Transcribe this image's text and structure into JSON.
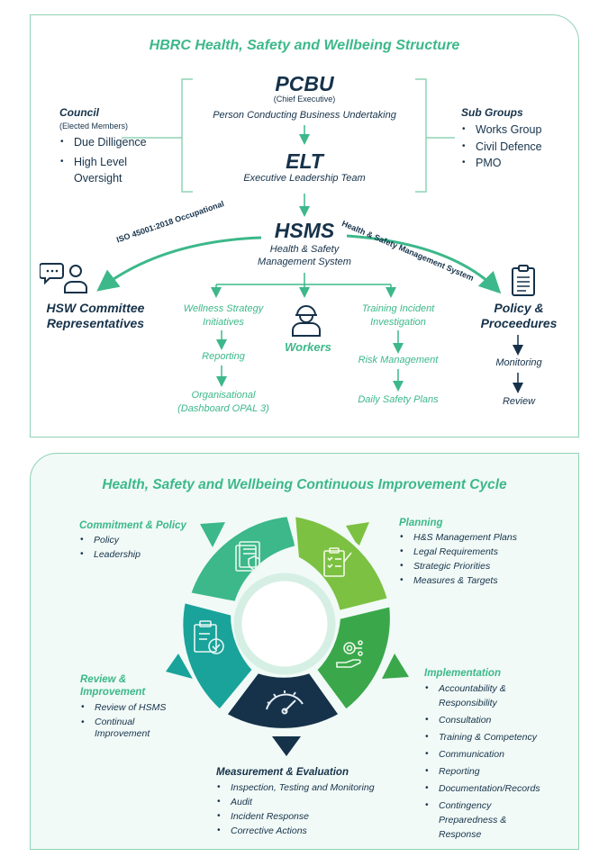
{
  "structure": {
    "title": "HBRC Health, Safety and Wellbeing Structure",
    "pcbu": {
      "title": "PCBU",
      "subtitle": "(Chief Executive)",
      "description": "Person Conducting Business Undertaking"
    },
    "elt": {
      "title": "ELT",
      "description": "Executive Leadership Team"
    },
    "council": {
      "title": "Council",
      "subtitle": "(Elected Members)",
      "items": [
        "Due Dilligence",
        "High Level Oversight"
      ]
    },
    "sub_groups": {
      "title": "Sub Groups",
      "items": [
        "Works Group",
        "Civil Defence",
        "PMO"
      ]
    },
    "hsms": {
      "title": "HSMS",
      "description_line1": "Health & Safety",
      "description_line2": "Management System"
    },
    "left_arc_label": "ISO 45001:2018 Occupational",
    "right_arc_label": "Health & Safety Management System",
    "hsw_committee": {
      "line1": "HSW Committee",
      "line2": "Representatives"
    },
    "policy": {
      "line1": "Policy &",
      "line2": "Proceedures",
      "steps": [
        "Monitoring",
        "Review"
      ]
    },
    "workers": "Workers",
    "wellness_column": {
      "head_line1": "Wellness Strategy",
      "head_line2": "Initiatives",
      "step1": "Reporting",
      "step2_line1": "Organisational",
      "step2_line2": "(Dashboard OPAL 3)"
    },
    "training_column": {
      "head_line1": "Training Incident",
      "head_line2": "Investigation",
      "step1": "Risk Management",
      "step2": "Daily Safety Plans"
    }
  },
  "cycle": {
    "title": "Health, Safety and Wellbeing Continuous Improvement Cycle",
    "commitment": {
      "title": "Commitment & Policy",
      "items": [
        "Policy",
        "Leadership"
      ]
    },
    "planning": {
      "title": "Planning",
      "items": [
        "H&S Management Plans",
        "Legal Requirements",
        "Strategic Priorities",
        "Measures & Targets"
      ]
    },
    "review": {
      "title_line1": "Review &",
      "title_line2": "Improvement",
      "items": [
        "Review of HSMS",
        "Continual Improvement"
      ]
    },
    "implementation": {
      "title": "Implementation",
      "items": [
        "Accountability & Responsibility",
        "Consultation",
        "Training & Competency",
        "Communication",
        "Reporting",
        "Documentation/Records",
        "Contingency Preparedness & Response"
      ]
    },
    "measurement": {
      "title": "Measurement & Evaluation",
      "items": [
        "Inspection, Testing and Monitoring",
        "Audit",
        "Incident Response",
        "Corrective Actions"
      ]
    }
  },
  "colors": {
    "navy": "#16324a",
    "green": "#3cb88a",
    "light_green": "#8fd3b5",
    "segment_commitment": "#3cb88a",
    "segment_planning": "#7cc142",
    "segment_implementation": "#3aa84a",
    "segment_measurement": "#16324a",
    "segment_review": "#1aa39a"
  },
  "icons": [
    "chat-people-icon",
    "clipboard-icon",
    "worker-icon",
    "documents-shield-icon",
    "checklist-icon",
    "gear-hand-icon",
    "gauge-icon",
    "clipboard-check-icon"
  ]
}
